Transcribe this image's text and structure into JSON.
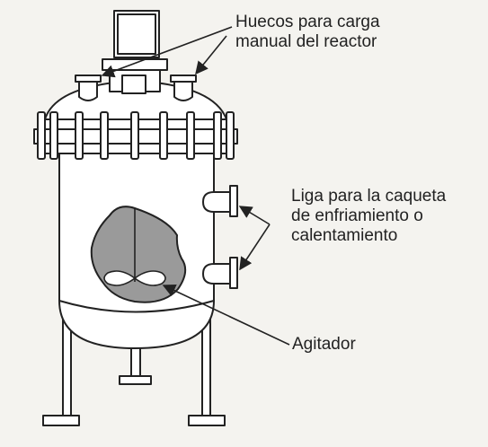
{
  "labels": {
    "ports": [
      "Huecos para carga",
      "manual del reactor"
    ],
    "jacket": [
      "Liga para la caqueta",
      "de enfriamiento o",
      "calentamiento"
    ],
    "agitator": [
      "Agitador"
    ]
  },
  "colors": {
    "line": "#222222",
    "fill": "#ffffff",
    "agitator_fill": "#9a9a9a",
    "background": "#f4f3ef"
  }
}
